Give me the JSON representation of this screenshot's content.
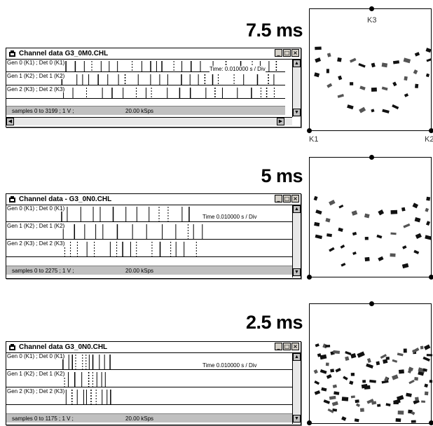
{
  "labels": [
    "7.5 ms",
    "5 ms",
    "2.5 ms"
  ],
  "panels": [
    {
      "title": "Channel data   G3_0M0.CHL",
      "channels": [
        "Gen 0 (K1) ; Det 0 (K1)",
        "Gen 1 (K2) ; Det 1 (K2)",
        "Gen 2 (K3) ; Det 2 (K3)"
      ],
      "time": "Time:    0.010000 s / Div",
      "status": "samples 0 to 3199 ; 1 V ;",
      "rate": "20.00 kSps"
    },
    {
      "title": "Channel data - G3_0N0.CHL",
      "channels": [
        "Gen 0 (K1) ; Det 0 (K1)",
        "Gen 1 (K2) ; Det 1 (K2)",
        "Gen 2 (K3) ; Det 2 (K3)"
      ],
      "time": "Time       0.010000 s / Div",
      "status": "samples 0 to 2275 ; 1 V ;",
      "rate": "20.00 kSps"
    },
    {
      "title": "Channel data   G3_0N0.CHL",
      "channels": [
        "Gen 0 (K1) ; Det 0 (K1)",
        "Gen 1 (K2) ; Det 1 (K2)",
        "Gen 2 (K3) ; Det 2 (K3)"
      ],
      "time": "Time       0.010000 s / Div",
      "status": "samples 0 to 1175 ; 1 V ;",
      "rate": "20.00 kSps"
    }
  ],
  "window_buttons": {
    "minimize": "_",
    "maximize": "□",
    "close": "×"
  },
  "scroll_arrows": {
    "up": "▲",
    "down": "▼",
    "left": "◀",
    "right": "▶"
  },
  "vertices": {
    "top": "K3",
    "left": "K1",
    "right": "K2"
  },
  "colors": {
    "statusbar": "#c0c0c0",
    "ink": "#000000"
  }
}
